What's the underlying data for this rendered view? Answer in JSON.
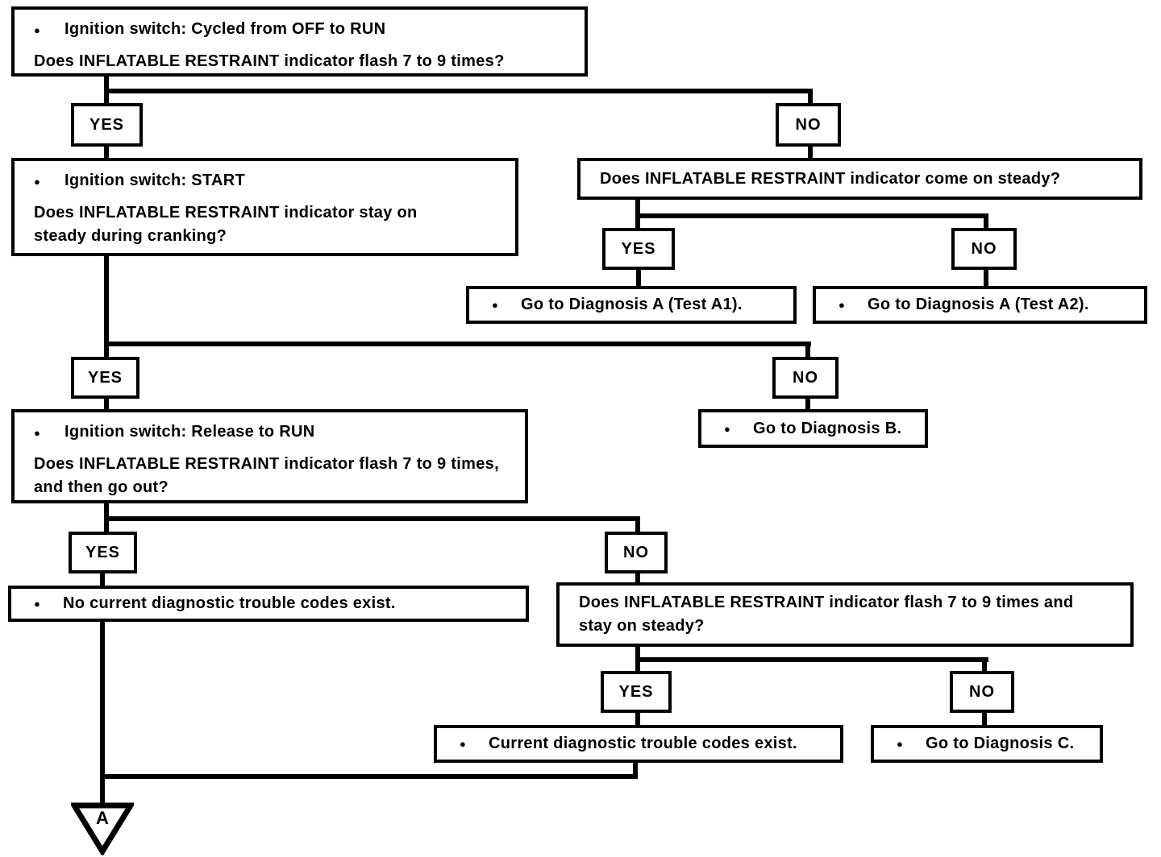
{
  "meta": {
    "bullet": "●",
    "connector_label": "A",
    "ink": "#000000",
    "paper": "#ffffff"
  },
  "labels": {
    "yes": "YES",
    "no": "NO"
  },
  "nodes": {
    "q1": {
      "action": "Ignition switch: Cycled from OFF to RUN",
      "question": "Does INFLATABLE RESTRAINT indicator flash 7 to 9 times?"
    },
    "q2": {
      "action": "Ignition switch: START",
      "question": "Does INFLATABLE RESTRAINT indicator stay on steady during cranking?"
    },
    "q3": {
      "question": "Does INFLATABLE RESTRAINT indicator come on steady?"
    },
    "diagA1": {
      "text": "Go to Diagnosis A (Test A1)."
    },
    "diagA2": {
      "text": "Go to Diagnosis A (Test A2)."
    },
    "q4": {
      "action": "Ignition switch: Release to RUN",
      "question": "Does INFLATABLE RESTRAINT indicator flash 7 to 9 times, and then go out?"
    },
    "diagB": {
      "text": "Go to Diagnosis B."
    },
    "noCodes": {
      "text": "No current diagnostic trouble codes exist."
    },
    "q5": {
      "question": "Does INFLATABLE RESTRAINT indicator flash 7 to 9 times and stay on steady?"
    },
    "codes": {
      "text": "Current diagnostic trouble codes exist."
    },
    "diagC": {
      "text": "Go to Diagnosis C."
    }
  }
}
